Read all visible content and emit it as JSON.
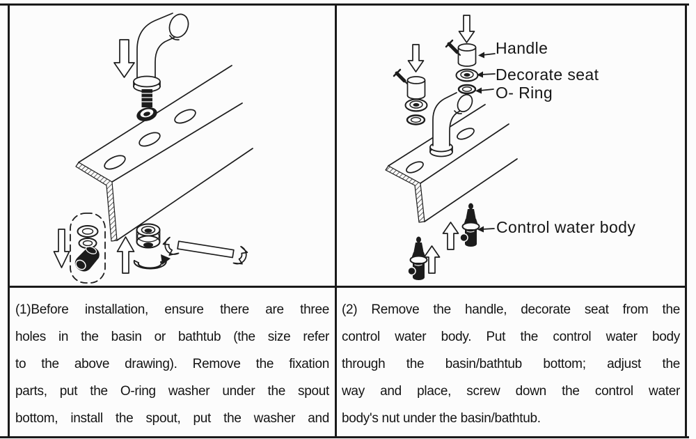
{
  "panel_left": {
    "step_lines": [
      "(1)Before installation, ensure there are three",
      "holes in the basin or bathtub (the size refer",
      "to the above drawing). Remove the fixation",
      "parts, put the O-ring washer under the spout",
      "bottom, install the spout, put the washer and"
    ]
  },
  "panel_right": {
    "labels": {
      "handle": "Handle",
      "decorate_seat": "Decorate seat",
      "o_ring": "O- Ring",
      "control_water_body": "Control water body"
    },
    "step_lines": [
      "(2) Remove the handle, decorate seat from the",
      "control water body. Put the control water body",
      "through the basin/bathtub bottom; adjust the",
      "way and place, screw down the control water",
      "body's nut under the basin/bathtub."
    ]
  },
  "colors": {
    "ink": "#1a1a1a",
    "paper": "#fcfcfc"
  }
}
